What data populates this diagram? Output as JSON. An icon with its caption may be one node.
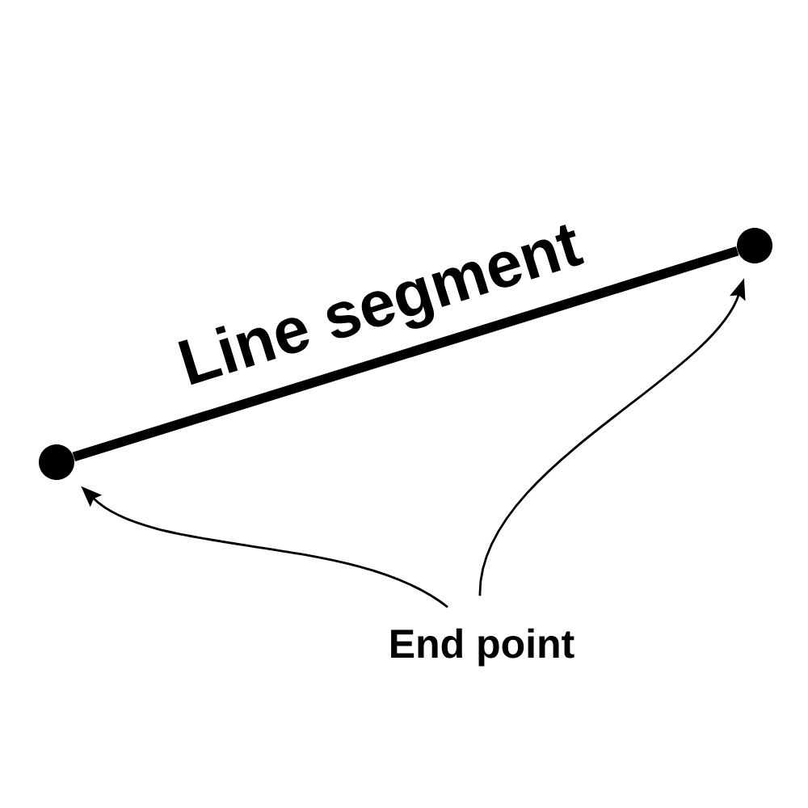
{
  "diagram": {
    "nodes": [
      {
        "text": [],
        "shape": "circle"
      },
      {
        "text": [],
        "shape": "circle"
      },
      {
        "text": [
          "End point"
        ]
      }
    ],
    "edges": [
      {
        "from": 0,
        "to": 1,
        "arrow": "none",
        "label": "Line segment",
        "style": "thick"
      },
      {
        "from": 2,
        "to": 0,
        "arrow": "to"
      },
      {
        "from": 2,
        "to": 1,
        "arrow": "to"
      }
    ]
  }
}
